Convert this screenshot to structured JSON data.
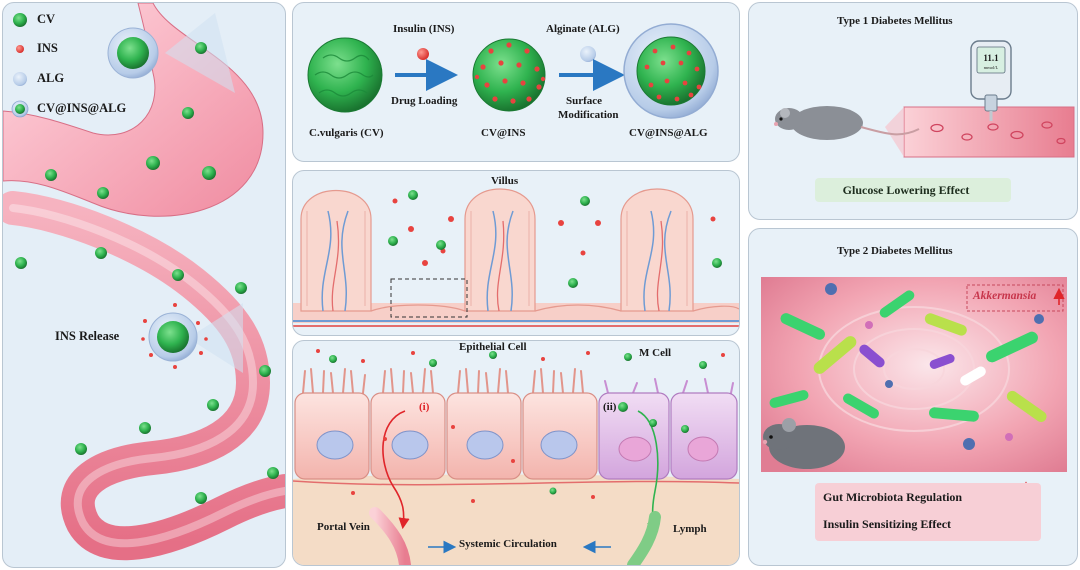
{
  "legend": {
    "cv": "CV",
    "ins": "INS",
    "alg": "ALG",
    "combo": "CV@INS@ALG"
  },
  "gi": {
    "ins_release": "INS Release"
  },
  "synthesis": {
    "insulin_label": "Insulin (INS)",
    "alginate_label": "Alginate (ALG)",
    "drug_loading": "Drug Loading",
    "surface_line1": "Surface",
    "surface_line2": "Modification",
    "cv_name_italic": "C.vulgaris",
    "cv_name_suffix": " (CV)",
    "cv_ins": "CV@INS",
    "cv_ins_alg": "CV@INS@ALG"
  },
  "villus": {
    "title": "Villus"
  },
  "epithelium": {
    "epithelial_cell": "Epithelial Cell",
    "m_cell": "M Cell",
    "marker_i": "(i)",
    "marker_ii": "(ii)",
    "portal_vein": "Portal Vein",
    "lymph": "Lymph",
    "systemic": "Systemic Circulation"
  },
  "t1dm": {
    "title": "Type 1 Diabetes Mellitus",
    "glucose_value": "11.1",
    "glucose_unit": "mmol/L",
    "effect": "Glucose Lowering Effect"
  },
  "t2dm": {
    "title": "Type 2 Diabetes Mellitus",
    "akkermansia": "Akkermansia",
    "effect1": "Gut Microbiota Regulation",
    "effect2": "Insulin Sensitizing Effect"
  },
  "colors": {
    "cv_green": "#2fb34f",
    "ins_red": "#e8433f",
    "alg_blue": "#a9c3e6",
    "arrow_blue": "#2a78c2",
    "down_arrow_green": "#2fb34f",
    "up_arrow_red": "#e0252a"
  }
}
